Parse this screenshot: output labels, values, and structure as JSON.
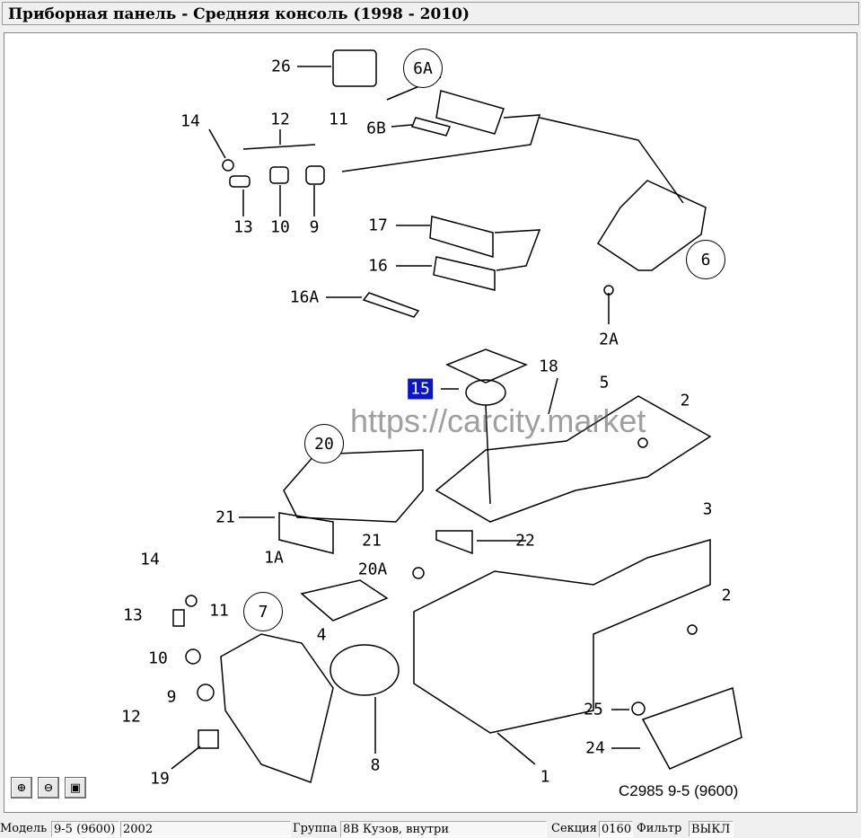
{
  "title": "Приборная панель - Средняя консоль   (1998 - 2010)",
  "diagram": {
    "watermark": "https://carcity.market",
    "code": "C2985 9-5 (9600)",
    "highlighted": "15",
    "labels": [
      "26",
      "6B",
      "14",
      "12",
      "11",
      "13",
      "10",
      "9",
      "17",
      "16",
      "16A",
      "2A",
      "18",
      "5",
      "2",
      "3",
      "21",
      "21",
      "22",
      "14",
      "1A",
      "20A",
      "13",
      "11",
      "4",
      "2",
      "10",
      "9",
      "12",
      "25",
      "24",
      "8",
      "19",
      "1"
    ],
    "circled": [
      "6A",
      "6",
      "20",
      "7"
    ]
  },
  "toolbar": {
    "zoom_in": "zoom-in",
    "zoom_out": "zoom-out",
    "fit": "fit"
  },
  "status": {
    "model_label": "Модель",
    "model": "9-5 (9600)",
    "year": "2002",
    "group_label": "Группа",
    "group": "8B Кузов, внутри",
    "section_label": "Секция",
    "section": "0160",
    "filter_label": "Фильтр",
    "filter": "ВЫКЛ"
  }
}
